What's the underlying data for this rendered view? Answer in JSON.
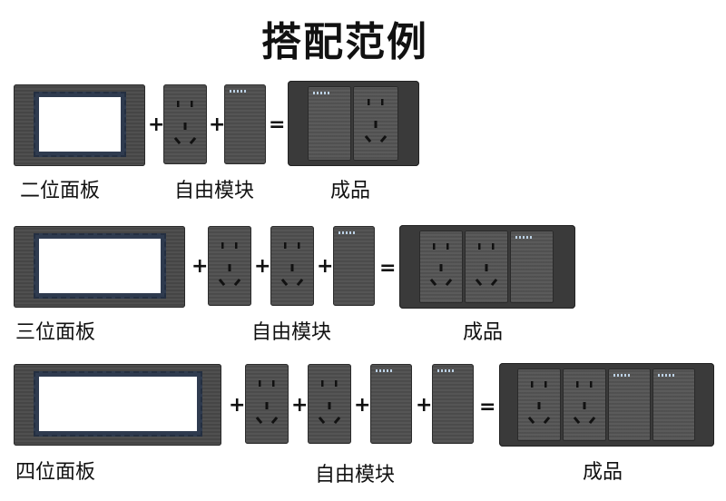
{
  "title": "搭配范例",
  "rows": [
    {
      "panel_label": "二位面板",
      "modules_label": "自由模块",
      "result_label": "成品",
      "plus": "+",
      "equals": "="
    },
    {
      "panel_label": "三位面板",
      "modules_label": "自由模块",
      "result_label": "成品",
      "plus": "+",
      "equals": "="
    },
    {
      "panel_label": "四位面板",
      "modules_label": "自由模块",
      "result_label": "成品",
      "plus": "+",
      "equals": "="
    }
  ],
  "colors": {
    "panel": "#4a4a4a",
    "frame_border": "#2f3b4f",
    "background": "#ffffff"
  }
}
